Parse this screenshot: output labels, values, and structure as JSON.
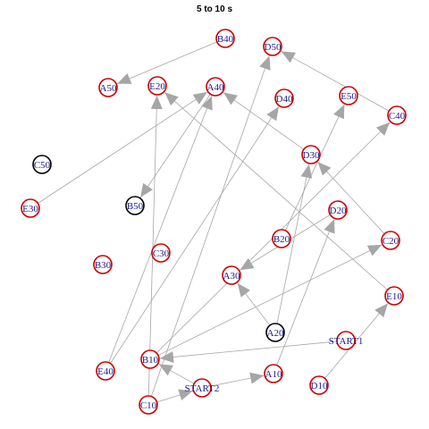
{
  "title": "5 to 10 s",
  "colors": {
    "active": "#cc0000",
    "inactive": "#000000",
    "label": "#1a1a8c",
    "edge": "#a6a6a6"
  },
  "chart_data": {
    "type": "network",
    "title": "5 to 10 s",
    "nodes": [
      {
        "id": "B40",
        "status": "active"
      },
      {
        "id": "D50",
        "status": "active"
      },
      {
        "id": "A50",
        "status": "active"
      },
      {
        "id": "E20",
        "status": "active"
      },
      {
        "id": "A40",
        "status": "active"
      },
      {
        "id": "D40",
        "status": "active"
      },
      {
        "id": "E50",
        "status": "active"
      },
      {
        "id": "C40",
        "status": "active"
      },
      {
        "id": "C50",
        "status": "inactive"
      },
      {
        "id": "D30",
        "status": "active"
      },
      {
        "id": "E30",
        "status": "active"
      },
      {
        "id": "B50",
        "status": "inactive"
      },
      {
        "id": "D20",
        "status": "active"
      },
      {
        "id": "B20",
        "status": "active"
      },
      {
        "id": "C20",
        "status": "active"
      },
      {
        "id": "C30",
        "status": "active"
      },
      {
        "id": "B30",
        "status": "active"
      },
      {
        "id": "A30",
        "status": "active"
      },
      {
        "id": "E10",
        "status": "active"
      },
      {
        "id": "A20",
        "status": "inactive"
      },
      {
        "id": "START1",
        "status": "active"
      },
      {
        "id": "E40",
        "status": "active"
      },
      {
        "id": "B10",
        "status": "active"
      },
      {
        "id": "A10",
        "status": "active"
      },
      {
        "id": "START2",
        "status": "active"
      },
      {
        "id": "D10",
        "status": "active"
      },
      {
        "id": "C10",
        "status": "active"
      }
    ],
    "edges": [
      {
        "from": "B40",
        "to": "A50"
      },
      {
        "from": "C10",
        "to": "D50"
      },
      {
        "from": "E30",
        "to": "A40"
      },
      {
        "from": "E40",
        "to": "D40"
      },
      {
        "from": "E40",
        "to": "A40"
      },
      {
        "from": "A40",
        "to": "B50"
      },
      {
        "from": "C10",
        "to": "E20"
      },
      {
        "from": "E10",
        "to": "E20"
      },
      {
        "from": "B20",
        "to": "E50"
      },
      {
        "from": "D30",
        "to": "A40"
      },
      {
        "from": "B10",
        "to": "C40"
      },
      {
        "from": "C40",
        "to": "D50"
      },
      {
        "from": "A20",
        "to": "D30"
      },
      {
        "from": "C20",
        "to": "D30"
      },
      {
        "from": "D20",
        "to": "A30"
      },
      {
        "from": "A20",
        "to": "A30"
      },
      {
        "from": "A10",
        "to": "D20"
      },
      {
        "from": "B10",
        "to": "C20"
      },
      {
        "from": "START2",
        "to": "A10"
      },
      {
        "from": "START1",
        "to": "B10"
      },
      {
        "from": "D10",
        "to": "E10"
      },
      {
        "from": "C10",
        "to": "START2"
      },
      {
        "from": "START2",
        "to": "B10"
      }
    ]
  }
}
